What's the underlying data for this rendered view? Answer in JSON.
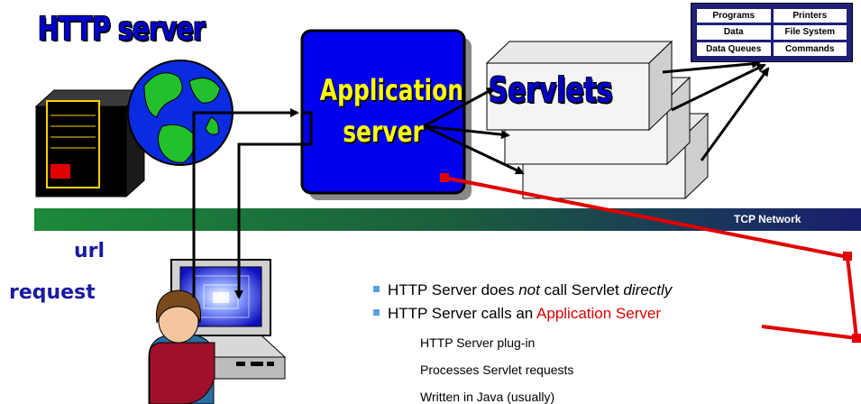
{
  "title": "HTTP server",
  "app_server": {
    "line1": "Application",
    "line2": "server"
  },
  "servlets": "Servlets",
  "resources": [
    "Programs",
    "Printers",
    "Data",
    "File System",
    "Data Queues",
    "Commands"
  ],
  "network": "TCP Network",
  "url_request": {
    "line1": "url",
    "line2": "request"
  },
  "bullets": {
    "b1_pre": "HTTP Server does ",
    "b1_em1": "not",
    "b1_mid": " call Servlet ",
    "b1_em2": "directly",
    "b2_pre": "HTTP Server calls an ",
    "b2_red": "Application Server"
  },
  "sub_items": [
    "HTTP Server plug-in",
    "Processes Servlet requests",
    "Written in Java (usually)"
  ],
  "colors": {
    "app_blue": "#0000ee",
    "network_green": "#1d6a2f",
    "accent_red": "#e00000",
    "title_blue": "#0000cc"
  }
}
